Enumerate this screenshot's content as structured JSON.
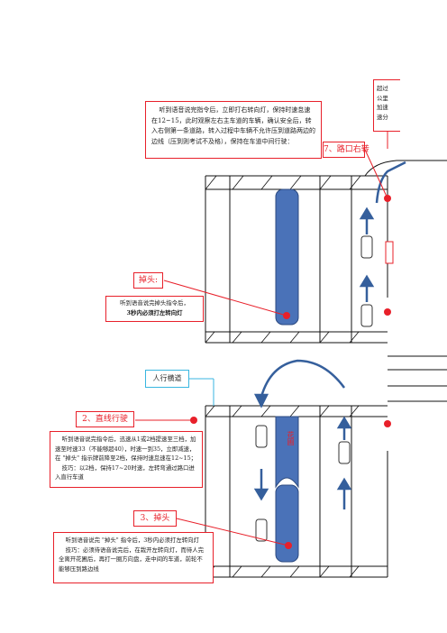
{
  "top_box": {
    "text": "听到语音说完指令后，立即打右转向灯，保持时速怠速在12~15，此时观察左右主车道的车辆，确认安全后，转入右侧第一条道路，转入过程中车辆不允许压到道路两边的边线（压到则考试不及格），保持在车道中间行驶："
  },
  "top_right_box": {
    "lines": [
      "超过",
      "公里",
      "加速",
      "速分"
    ]
  },
  "tag_turn_right": "7、路口右转",
  "tag_uturn": "掉头:",
  "left_box": {
    "line1": "听到语音说完掉头指令后，",
    "line2": "3秒内必须打左转向灯"
  },
  "tag_crosswalk": "人行横道",
  "tag_straight": "2、直线行驶",
  "box2": {
    "p1": "听到语音说完指令后，迅速从1或2档提速至三档，加速至时速33（不能够超40），时速一到35，立即减速，在 \"掉头\" 指示牌前降至2档，保持时速怠速在12~15；",
    "p2": "技巧：以2档，保持17~20时速，左转弯通过路口进入直行车道"
  },
  "tag_uturn3": "3、掉头",
  "box3": {
    "p1": "听到语音说完 \"掉头\" 指令后，3秒内必须打左转向灯",
    "p2": "技巧：必须待语音说完后，在栽开左转向灯，而待人完全离开花圃后，再打一圈方向盘，走中间的车道，前轮不能够压到路边线"
  },
  "median_label": "花圃",
  "colors": {
    "accent_red": "#e8202a",
    "median_blue": "#4a72b8",
    "arrow_blue": "#355f9c",
    "callout_cyan": "#38b6e0"
  }
}
